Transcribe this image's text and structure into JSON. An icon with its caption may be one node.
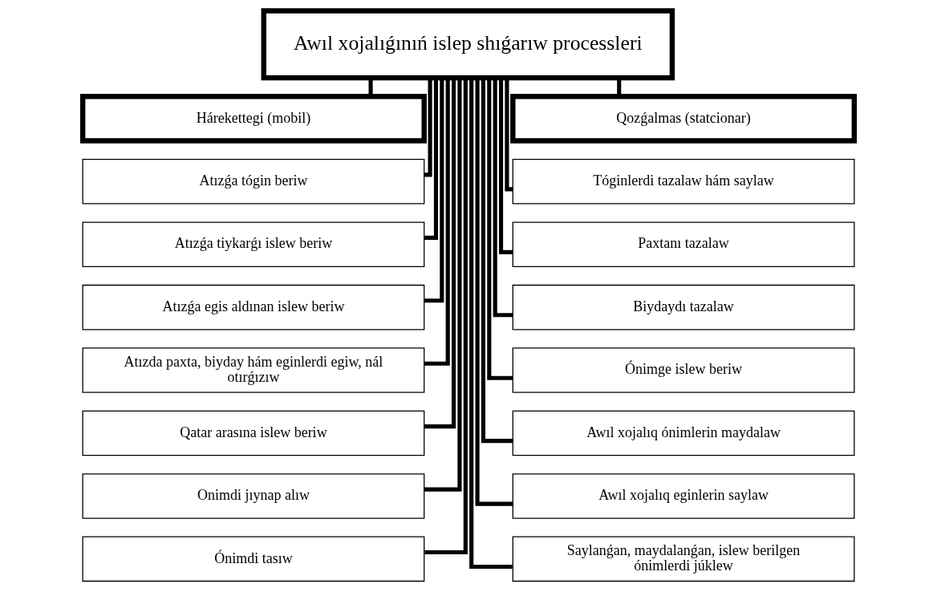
{
  "diagram": {
    "nodes": [
      {
        "text": [
          "Awıl xojalıǵınıń islep shıǵarıw processleri"
        ]
      },
      {
        "text": [
          "Hárekettegi (mobil)"
        ]
      },
      {
        "text": [
          "Qozǵalmas (statcionar)"
        ]
      },
      {
        "text": [
          "Atızǵa tógin beriw"
        ]
      },
      {
        "text": [
          "Tóginlerdi tazalaw hám saylaw"
        ]
      },
      {
        "text": [
          "Atızǵa tiykarǵı islew beriw"
        ]
      },
      {
        "text": [
          "Paxtanı tazalaw"
        ]
      },
      {
        "text": [
          "Atızǵa egis aldınan islew beriw"
        ]
      },
      {
        "text": [
          "Biydaydı tazalaw"
        ]
      },
      {
        "text": [
          "Atızda paxta, biyday hám eginlerdi egiw, nál otırǵızıw"
        ]
      },
      {
        "text": [
          "Ónimge islew beriw"
        ]
      },
      {
        "text": [
          "Qatar arasına islew beriw"
        ]
      },
      {
        "text": [
          "Awıl xojalıq ónimlerin maydalaw"
        ]
      },
      {
        "text": [
          "Onimdi jıynap alıw"
        ]
      },
      {
        "text": [
          "Awıl xojalıq eginlerin saylaw"
        ]
      },
      {
        "text": [
          "Ónimdi tasıw"
        ]
      },
      {
        "text": [
          "Saylanǵan, maydalanǵan, islew berilgen ónimlerdi júklew"
        ]
      }
    ],
    "edges": [
      {
        "from": 0,
        "to": 1,
        "arrow": "none"
      },
      {
        "from": 0,
        "to": 2,
        "arrow": "none"
      },
      {
        "from": 0,
        "to": 3,
        "arrow": "none"
      },
      {
        "from": 0,
        "to": 4,
        "arrow": "none"
      },
      {
        "from": 0,
        "to": 5,
        "arrow": "none"
      },
      {
        "from": 0,
        "to": 6,
        "arrow": "none"
      },
      {
        "from": 0,
        "to": 7,
        "arrow": "none"
      },
      {
        "from": 0,
        "to": 8,
        "arrow": "none"
      },
      {
        "from": 0,
        "to": 9,
        "arrow": "none"
      },
      {
        "from": 0,
        "to": 10,
        "arrow": "none"
      },
      {
        "from": 0,
        "to": 11,
        "arrow": "none"
      },
      {
        "from": 0,
        "to": 12,
        "arrow": "none"
      },
      {
        "from": 0,
        "to": 13,
        "arrow": "none"
      },
      {
        "from": 0,
        "to": 14,
        "arrow": "none"
      },
      {
        "from": 0,
        "to": 15,
        "arrow": "none"
      },
      {
        "from": 0,
        "to": 16,
        "arrow": "none"
      }
    ]
  }
}
